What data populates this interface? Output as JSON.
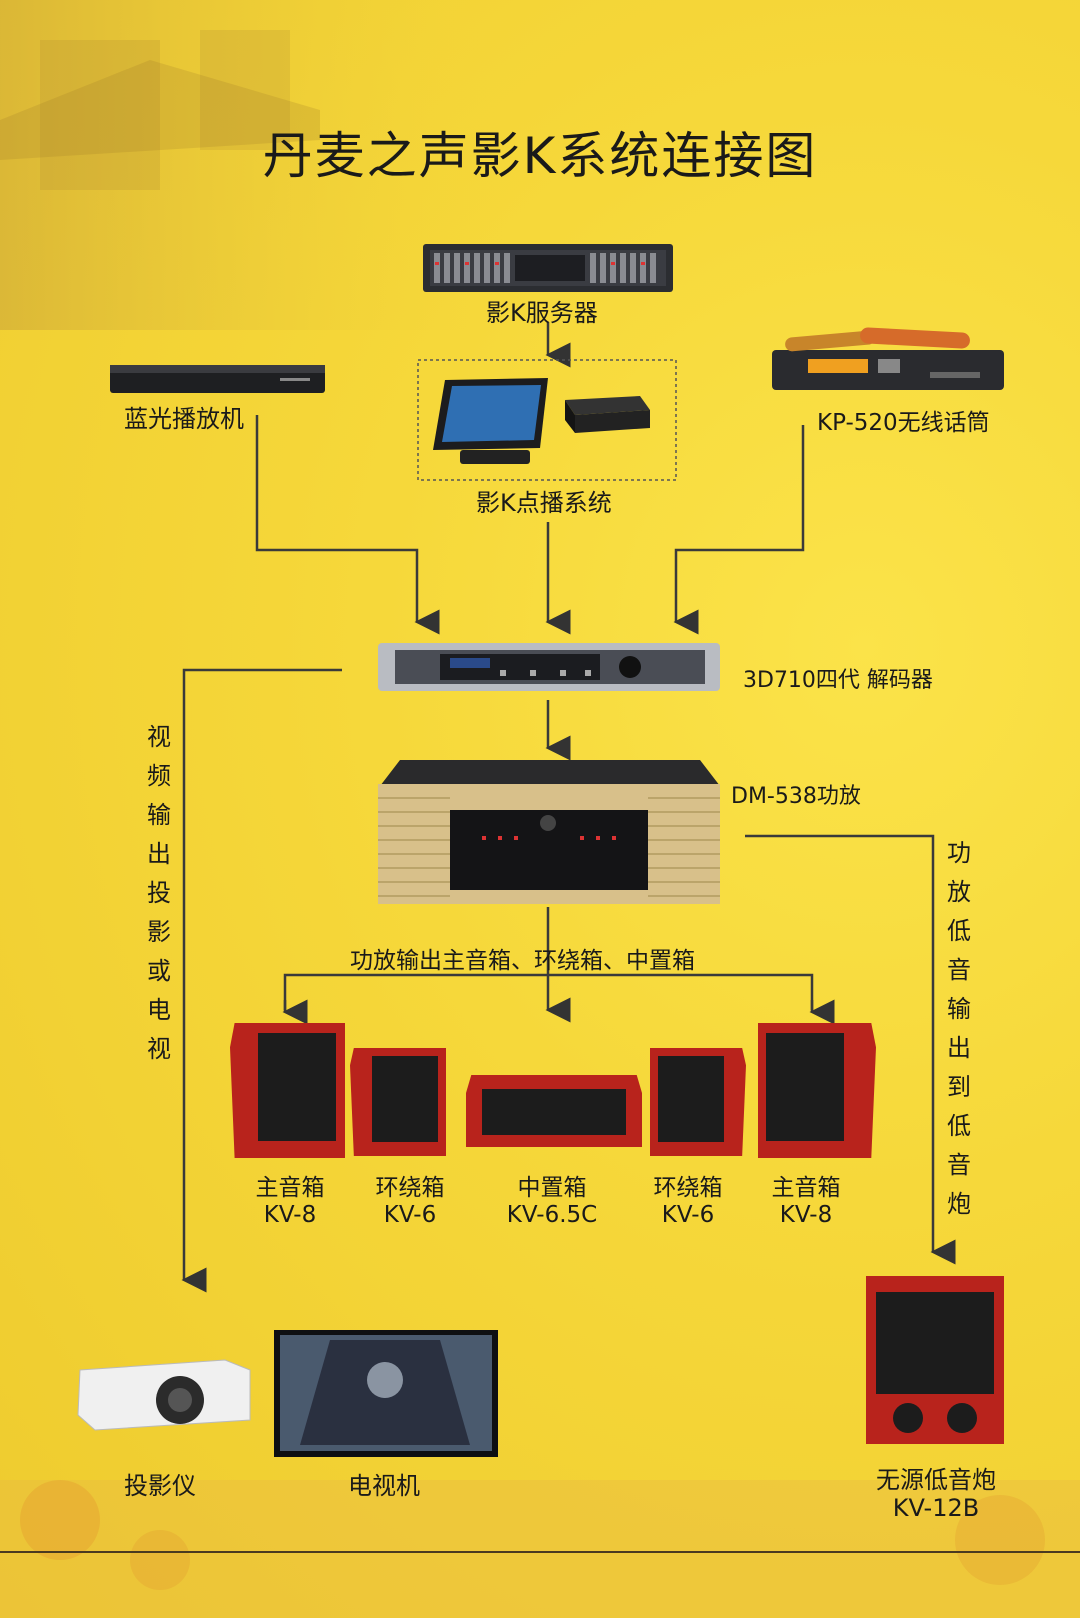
{
  "title": "丹麦之声影K系统连接图",
  "nodes": {
    "server": "影K服务器",
    "bluray": "蓝光播放机",
    "mic": "KP-520无线话筒",
    "vod": "影K点播系统",
    "decoder": "3D710四代 解码器",
    "amp": "DM-538功放",
    "projector": "投影仪",
    "tv": "电视机",
    "subwoofer_name": "无源低音炮",
    "subwoofer_model": "KV-12B"
  },
  "edge_labels": {
    "video_out": "视频输出投影或电视",
    "sub_out": "功放低音输出到低音炮",
    "speaker_out": "功放输出主音箱、环绕箱、中置箱"
  },
  "speakers": [
    {
      "name": "主音箱",
      "model": "KV-8"
    },
    {
      "name": "环绕箱",
      "model": "KV-6"
    },
    {
      "name": "中置箱",
      "model": "KV-6.5C"
    },
    {
      "name": "环绕箱",
      "model": "KV-6"
    },
    {
      "name": "主音箱",
      "model": "KV-8"
    }
  ],
  "colors": {
    "background": "#f6d83a",
    "line": "#3a3a3a",
    "speaker_wood": "#b8231c",
    "speaker_grille": "#1c1c1c"
  }
}
